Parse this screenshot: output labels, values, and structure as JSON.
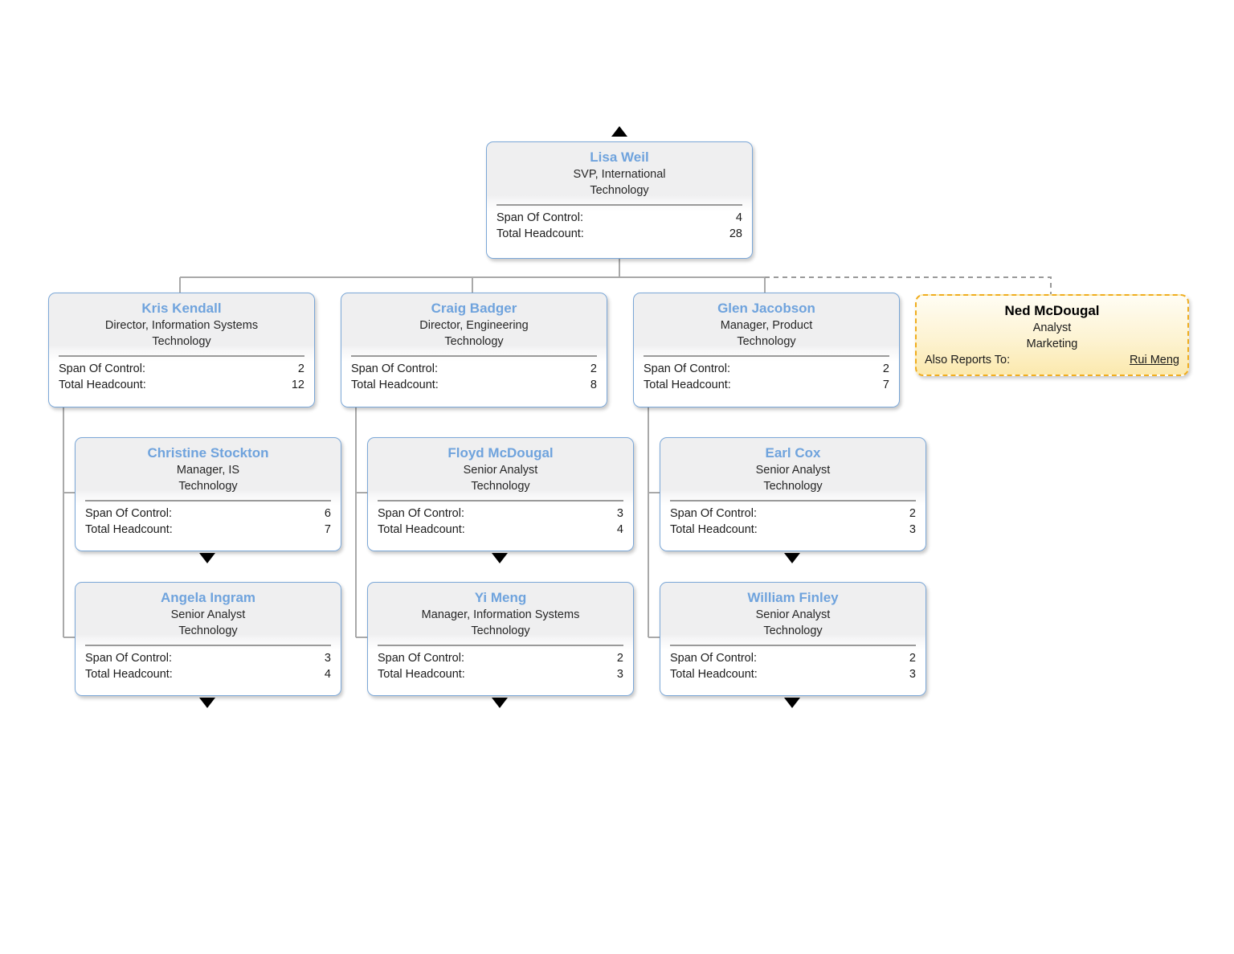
{
  "chart": {
    "type": "org-chart",
    "stat_labels": {
      "span": "Span Of Control:",
      "headcount": "Total Headcount:"
    },
    "also_reports_label": "Also Reports To:",
    "colors": {
      "node_border": "#7ba7d7",
      "node_name": "#6fa3dd",
      "dotted_border": "#f0ad1e",
      "dotted_fill": "#fdf3d2",
      "connector": "#a9a9a9",
      "triangle": "#000000"
    },
    "root": {
      "name": "Lisa Weil",
      "title": "SVP, International",
      "dept": "Technology",
      "span": "4",
      "headcount": "28"
    },
    "level2": [
      {
        "name": "Kris Kendall",
        "title": "Director, Information Systems",
        "dept": "Technology",
        "span": "2",
        "headcount": "12"
      },
      {
        "name": "Craig Badger",
        "title": "Director, Engineering",
        "dept": "Technology",
        "span": "2",
        "headcount": "8"
      },
      {
        "name": "Glen Jacobson",
        "title": "Manager, Product",
        "dept": "Technology",
        "span": "2",
        "headcount": "7"
      }
    ],
    "level3": [
      {
        "name": "Christine Stockton",
        "title": "Manager, IS",
        "dept": "Technology",
        "span": "6",
        "headcount": "7"
      },
      {
        "name": "Floyd McDougal",
        "title": "Senior Analyst",
        "dept": "Technology",
        "span": "3",
        "headcount": "4"
      },
      {
        "name": "Earl Cox",
        "title": "Senior Analyst",
        "dept": "Technology",
        "span": "2",
        "headcount": "3"
      }
    ],
    "level4": [
      {
        "name": "Angela Ingram",
        "title": "Senior Analyst",
        "dept": "Technology",
        "span": "3",
        "headcount": "4"
      },
      {
        "name": "Yi Meng",
        "title": "Manager, Information Systems",
        "dept": "Technology",
        "span": "2",
        "headcount": "3"
      },
      {
        "name": "William Finley",
        "title": "Senior Analyst",
        "dept": "Technology",
        "span": "2",
        "headcount": "3"
      }
    ],
    "dotted_node": {
      "name": "Ned McDougal",
      "title": "Analyst",
      "dept": "Marketing",
      "also_reports_to": "Rui Meng"
    }
  }
}
